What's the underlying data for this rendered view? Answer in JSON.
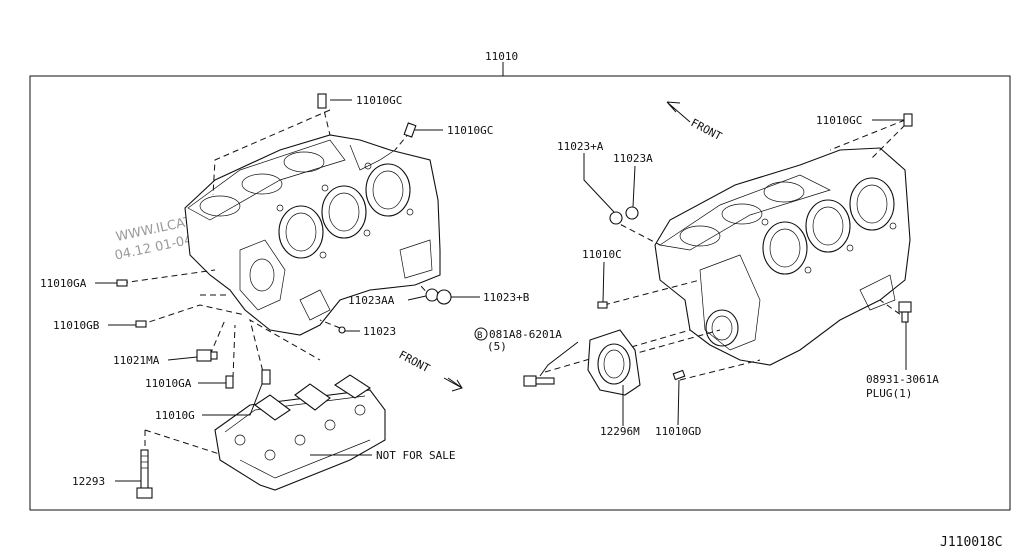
{
  "diagram": {
    "title_part": "11010",
    "code": "J110018C",
    "watermark": [
      "WWW.ILCATS.RU",
      "04.12 01-04.12 13"
    ],
    "front_labels": [
      "FRONT",
      "FRONT"
    ],
    "labels": {
      "p11010GC_a": "11010GC",
      "p11010GC_b": "11010GC",
      "p11010GC_c": "11010GC",
      "p11010GA": "11010GA",
      "p11010GB": "11010GB",
      "p11021MA": "11021MA",
      "p11010GA_b": "11010GA",
      "p11010G": "11010G",
      "p12293": "12293",
      "p11023AA": "11023AA",
      "p11023": "11023",
      "p11023plusB": "11023+B",
      "p11023plusA": "11023+A",
      "p11023A": "11023A",
      "p11010C": "11010C",
      "bolt_circle": "B",
      "bolt_num": "081A8-6201A",
      "bolt_qty": "(5)",
      "p12296M": "12296M",
      "p11010GD": "11010GD",
      "plug_num": "08931-3061A",
      "plug_name": "PLUG(1)",
      "not_for_sale": "NOT FOR SALE"
    }
  }
}
